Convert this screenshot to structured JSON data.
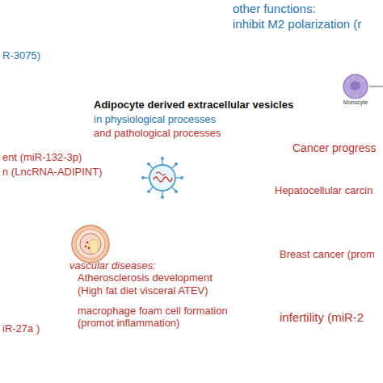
{
  "diagram": {
    "title": "Adipocyte derived extracellular vesicles",
    "nodes": [
      {
        "text": [
          "Monocyte"
        ]
      }
    ],
    "labels": [
      "other functions:",
      "inhibit M2 polarization (r",
      "R-3075)",
      "in physiological processes",
      "and pathological processes",
      "Cancer progress",
      "ent (miR-132-3p)",
      "n (LncRNA-ADIPINT)",
      "Hepatocellular carcin",
      "vascular diseases:",
      "Atherosclerosis development",
      "(High fat diet visceral ATEV)",
      "Breast cancer (prom",
      "macrophage foam cell formation",
      "(promot inflammation)",
      "infertility (miR-2",
      "iR-27a )"
    ]
  }
}
